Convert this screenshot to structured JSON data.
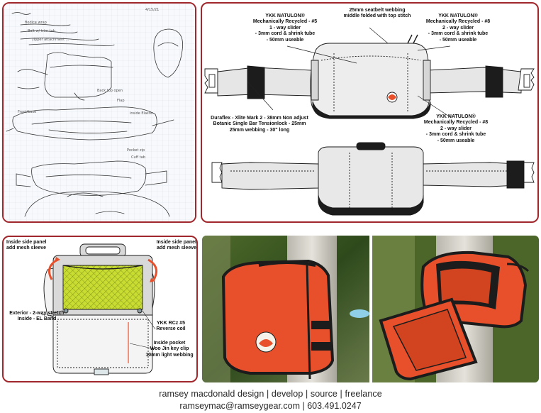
{
  "sketch": {
    "date_note": "4/15/21",
    "notes": [
      "Bodice wrap",
      "Belt w/ trim tab",
      "zipper attachment ...",
      "Back top open",
      "Flap",
      "Front/base",
      "inside Elastic",
      "Pocket zip",
      "Cuff tab"
    ]
  },
  "tech": {
    "callout_top_center": "25mm seatbelt webbing\nmiddle folded with top stitch",
    "callout_top_left": "YKK NATULON®\nMechanically Recycled - #5\n1 - way slider\n- 3mm cord & shrink tube\n- 50mm useable",
    "callout_top_right": "YKK NATULON®\nMechanically Recycled - #8\n2 - way slider\n- 3mm cord & shrink tube\n- 50mm useable",
    "callout_mid_left": "Duraflex - Xlite Mark 2 - 38mm Non adjust\nBotanic Single Bar Tensionlock - 25mm\n25mm webbing - 30\" long",
    "callout_mid_right": "YKK NATULON®\nMechanically Recycled - #8\n2 - way slider\n- 3mm cord & shrink tube\n- 50mm useable"
  },
  "interior": {
    "callout_left_top": "Inside side panel\nadd mesh sleeve",
    "callout_right_top": "Inside side panel\nadd mesh sleeve",
    "callout_left_mid": "Exterior - 2-way stretch\nInside - EL Band",
    "callout_right_mid": "YKK RCz #5\nReverse coil",
    "callout_right_low": "Inside pocket\nWoo Jin key clip\n10mm light webbing"
  },
  "footer": {
    "line1": "ramsey macdonald design | develop | source | freelance",
    "line2": "ramseymac@ramseygear.com | 603.491.0247"
  },
  "colors": {
    "frame": "#a0282c",
    "bag_orange": "#e8502b",
    "mesh_green": "#c8dc32",
    "bag_body": "#e6e6e6",
    "strap_black": "#1c1c1c"
  }
}
